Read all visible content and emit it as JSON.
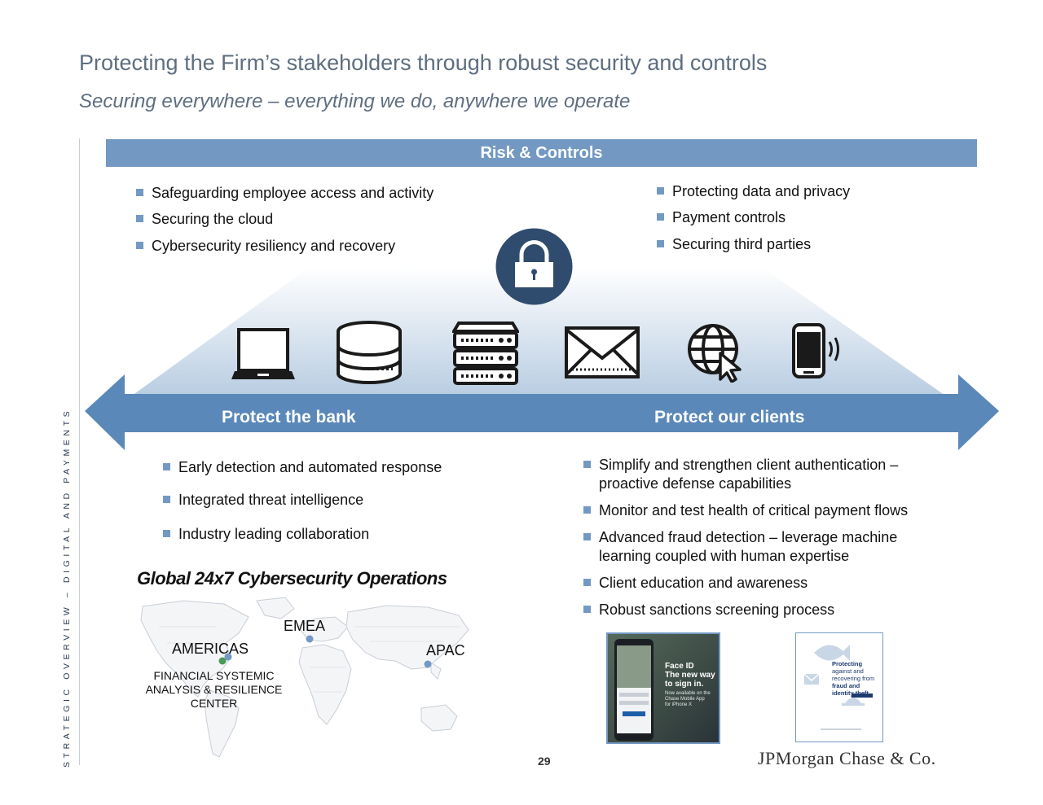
{
  "header": {
    "title": "Protecting the Firm’s stakeholders through robust security and controls",
    "subtitle": "Securing everywhere – everything we do, anywhere we operate"
  },
  "side_label": "STRATEGIC OVERVIEW – DIGITAL AND PAYMENTS",
  "banner": {
    "label": "Risk & Controls"
  },
  "top_left_bullets": [
    "Safeguarding employee access and activity",
    "Securing the cloud",
    "Cybersecurity resiliency and recovery"
  ],
  "top_right_bullets": [
    "Protecting data and privacy",
    "Payment controls",
    "Securing third parties"
  ],
  "icons": [
    "lock-icon",
    "laptop-icon",
    "database-icon",
    "server-icon",
    "mail-icon",
    "globe-cursor-icon",
    "mobile-phone-icon"
  ],
  "arrow": {
    "left_label": "Protect the bank",
    "right_label": "Protect our clients"
  },
  "bank_bullets": [
    "Early detection and automated response",
    "Integrated threat intelligence",
    "Industry leading collaboration"
  ],
  "client_bullets": [
    "Simplify and strengthen client authentication – proactive defense capabilities",
    "Monitor and test health of critical payment flows",
    "Advanced fraud detection – leverage machine learning coupled with human expertise",
    "Client education and awareness",
    "Robust sanctions screening process"
  ],
  "global_ops": {
    "title": "Global 24x7 Cybersecurity Operations",
    "regions": {
      "emea": "EMEA",
      "americas": "AMERICAS",
      "apac": "APAC"
    },
    "center_label": [
      "FINANCIAL SYSTEMIC",
      "ANALYSIS & RESILIENCE",
      "CENTER"
    ]
  },
  "phone_card": {
    "line1": "Face ID",
    "line2": "The new way",
    "line3": "to sign in.",
    "line4": "Now available on the",
    "line5": "Chase Mobile App",
    "line6": "for iPhone X"
  },
  "book_card": {
    "line1": "Protecting",
    "line2": "against and",
    "line3": "recovering from",
    "line4": "fraud and",
    "line5": "identity theft"
  },
  "footer": {
    "page_number": "29",
    "logo": "JPMorgan Chase & Co."
  },
  "colors": {
    "accent_blue": "#7399c2",
    "arrow_blue": "#5a88b8",
    "lock_navy": "#2f4c6e",
    "title_gray": "#5e6e80"
  }
}
